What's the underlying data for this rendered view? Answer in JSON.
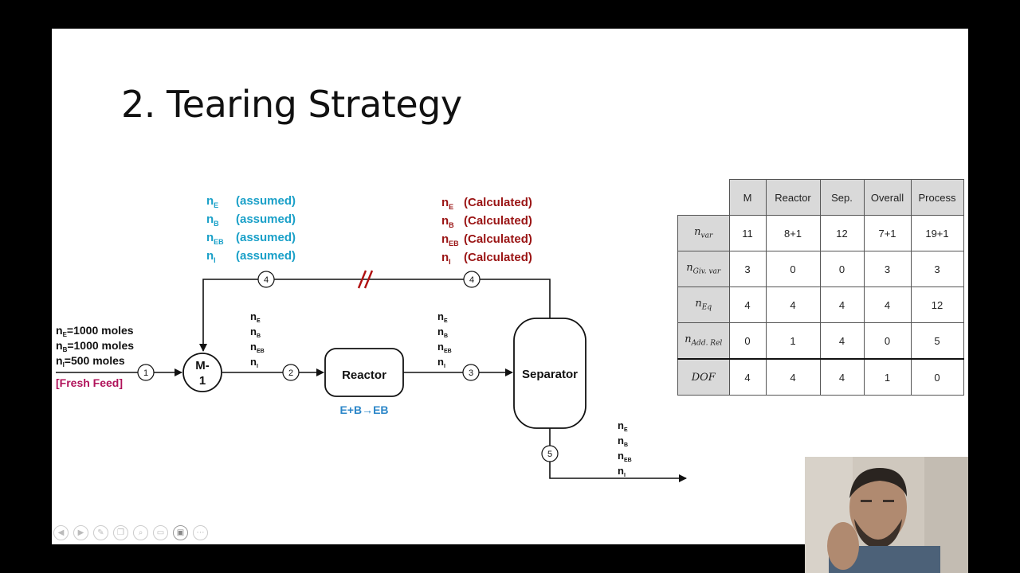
{
  "slide": {
    "title": "2. Tearing Strategy"
  },
  "fresh_feed": {
    "lines": [
      {
        "sym": "n",
        "sub": "E",
        "text": "=1000 moles"
      },
      {
        "sym": "n",
        "sub": "B",
        "text": "=1000 moles"
      },
      {
        "sym": "n",
        "sub": "I",
        "text": "=500 moles"
      }
    ],
    "label": "[Fresh Feed]"
  },
  "units": {
    "mixer": [
      "M-",
      "1"
    ],
    "reactor": "Reactor",
    "separator": "Separator",
    "reaction": "E+B→EB"
  },
  "streams": [
    "1",
    "2",
    "3",
    "4",
    "4",
    "5"
  ],
  "assumed": {
    "rows": [
      {
        "sym": "n",
        "sub": "E",
        "text": "(assumed)"
      },
      {
        "sym": "n",
        "sub": "B",
        "text": "(assumed)"
      },
      {
        "sym": "n",
        "sub": "EB",
        "text": "(assumed)"
      },
      {
        "sym": "n",
        "sub": "I",
        "text": "(assumed)"
      }
    ]
  },
  "calculated": {
    "rows": [
      {
        "sym": "n",
        "sub": "E",
        "text": "(Calculated)"
      },
      {
        "sym": "n",
        "sub": "B",
        "text": "(Calculated)"
      },
      {
        "sym": "n",
        "sub": "EB",
        "text": "(Calculated)"
      },
      {
        "sym": "n",
        "sub": "I",
        "text": "(Calculated)"
      }
    ]
  },
  "component_list": [
    {
      "sym": "n",
      "sub": "E"
    },
    {
      "sym": "n",
      "sub": "B"
    },
    {
      "sym": "n",
      "sub": "EB"
    },
    {
      "sym": "n",
      "sub": "I"
    }
  ],
  "table": {
    "columns": [
      "M",
      "Reactor",
      "Sep.",
      "Overall",
      "Process"
    ],
    "rows": [
      {
        "label": "n",
        "sub": "var",
        "values": [
          "11",
          "8+1",
          "12",
          "7+1",
          "19+1"
        ]
      },
      {
        "label": "n",
        "sub": "Giv. var",
        "values": [
          "3",
          "0",
          "0",
          "3",
          "3"
        ]
      },
      {
        "label": "n",
        "sub": "Eq",
        "values": [
          "4",
          "4",
          "4",
          "4",
          "12"
        ]
      },
      {
        "label": "n",
        "sub": "Add. Rel",
        "values": [
          "0",
          "1",
          "4",
          "0",
          "5"
        ]
      },
      {
        "label": "DOF",
        "sub": "",
        "values": [
          "4",
          "4",
          "4",
          "1",
          "0"
        ]
      }
    ]
  },
  "player_icons": [
    "back-icon",
    "forward-icon",
    "pen-icon",
    "copy-icon",
    "zoom-icon",
    "subtitles-icon",
    "camera-icon",
    "more-icon"
  ],
  "colors": {
    "assumed": "#1aa0c8",
    "calculated": "#9a1414",
    "fresh_feed": "#b0125a",
    "reaction": "#2b86c8"
  }
}
